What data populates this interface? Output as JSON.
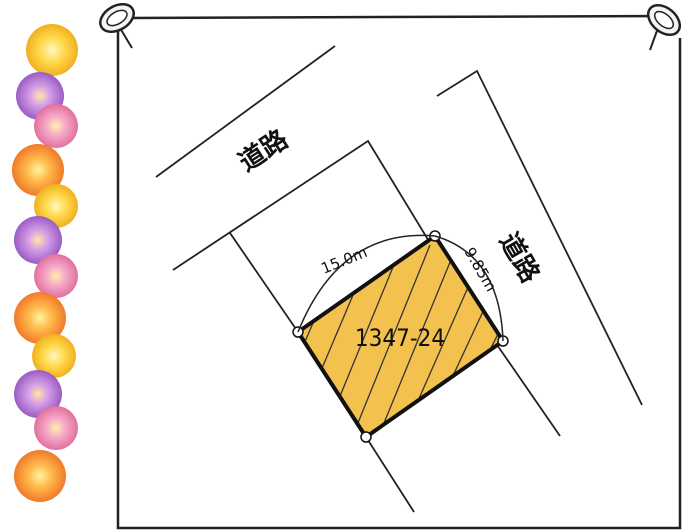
{
  "road_label_top": "道路",
  "road_label_right": "道路",
  "dimension_long": "15.0m",
  "dimension_short": "9.85m",
  "parcel_number": "1347-24",
  "colors": {
    "parcel_fill": "#F2C14E",
    "frame": "#222222"
  },
  "icons": [
    "flower-border",
    "pin-icon"
  ]
}
